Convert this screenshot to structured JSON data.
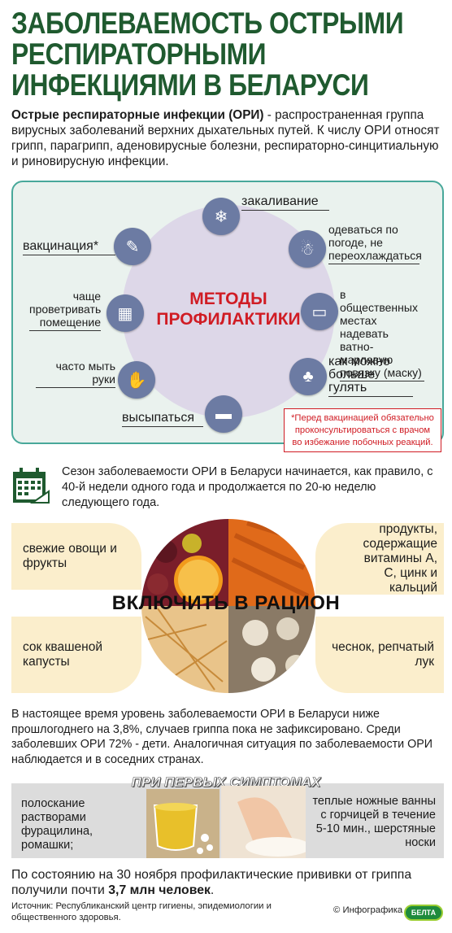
{
  "title": "ЗАБОЛЕВАЕМОСТЬ ОСТРЫМИ РЕСПИРАТОРНЫМИ ИНФЕКЦИЯМИ В БЕЛАРУСИ",
  "intro": {
    "bold": "Острые респираторные инфекции (ОРИ)",
    "text": " - распространенная группа вирусных заболеваний верхних дыхательных путей. К числу ОРИ относят грипп, парагрипп, аденовирусные болезни, респираторно-синцитиальную и риновирусную инфекции."
  },
  "methods": {
    "title": "МЕТОДЫ ПРОФИЛАКТИКИ",
    "items": {
      "hardening": "закаливание",
      "dress": "одеваться по погоде, не переохлаждаться",
      "mask": "в общественных местах надевать ватно-марлевую повязку (маску)",
      "walk": "как можно больше гулять",
      "sleep": "высыпаться",
      "hands": "часто мыть руки",
      "ventilate": "чаще проветривать помещение",
      "vaccination": "вакцинация*"
    },
    "note": "*Перед вакцинацией обязательно проконсультироваться с врачом во избежание побочных реакций."
  },
  "season": "Сезон заболеваемости ОРИ в Беларуси начинается, как правило, с 40-й недели одного года и продолжается по 20-ю неделю следующего года.",
  "diet": {
    "title": "ВКЛЮЧИТЬ В РАЦИОН",
    "fresh": "свежие овощи и фрукты",
    "vitamins": "продукты, содержащие витамины A, C, цинк и кальций",
    "juice": "сок квашеной капусты",
    "garlic": "чеснок, репчатый лук"
  },
  "status": "В настоящее время уровень заболеваемости ОРИ в Беларуси ниже прошлогоднего на 3,8%, случаев гриппа пока не зафиксировано. Среди заболевших ОРИ 72% - дети. Аналогичная ситуация по заболеваемости ОРИ наблюдается и в соседних странах.",
  "symptoms": {
    "title": "ПРИ ПЕРВЫХ СИМПТОМАХ",
    "rinse": "полоскание растворами фурацилина, ромашки;",
    "bath": "теплые ножные ванны с горчицей в течение 5-10 мин., шерстяные носки"
  },
  "vaccination": {
    "text": "По состоянию на 30 ноября профилактические прививки от гриппа получили почти ",
    "bold": "3,7 млн человек",
    "end": "."
  },
  "source": "Источник: Республиканский центр гигиены, эпидемиологии и общественного здоровья.",
  "copyright": "© Инфографика",
  "logo": "БЕЛТА",
  "colors": {
    "title": "#1f5a2f",
    "accent": "#d01c24",
    "border": "#48a89a",
    "icon": "#6c7ba3"
  }
}
